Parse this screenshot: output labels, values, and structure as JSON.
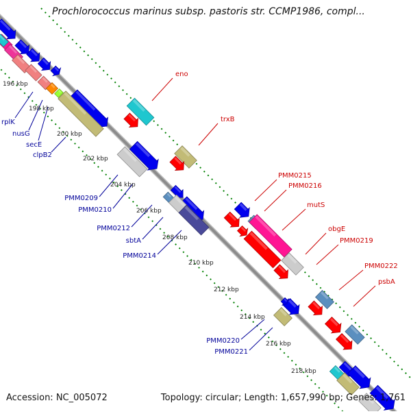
{
  "title": "Prochlorococcus marinus subsp. pastoris str. CCMP1986, compl...",
  "footer": {
    "accession": "Accession: NC_005072",
    "topology": "Topology: circular; Length: 1,657,990 bp; Genes: 1,761"
  },
  "colors": {
    "backbone": "#8c8c8c",
    "forward_track": "#008000",
    "reverse_track": "#008000",
    "forward_label": "#cc0000",
    "reverse_label": "#000099",
    "scale_text": "#222222"
  },
  "scale_labels": [
    "196 kbp",
    "198 kbp",
    "200 kbp",
    "202 kbp",
    "204 kbp",
    "206 kbp",
    "208 kbp",
    "210 kbp",
    "212 kbp",
    "214 kbp",
    "216 kbp",
    "218 kbp"
  ],
  "forward_labels": [
    "eno",
    "trxB",
    "PMM0215",
    "PMM0216",
    "mutS",
    "obgE",
    "PMM0219",
    "PMM0222",
    "psbA"
  ],
  "reverse_labels": [
    "rplK",
    "nusG",
    "secE",
    "clpB2",
    "PMM0209",
    "PMM0210",
    "PMM0212",
    "sbtA",
    "PMM0214",
    "PMM0220",
    "PMM0221"
  ]
}
